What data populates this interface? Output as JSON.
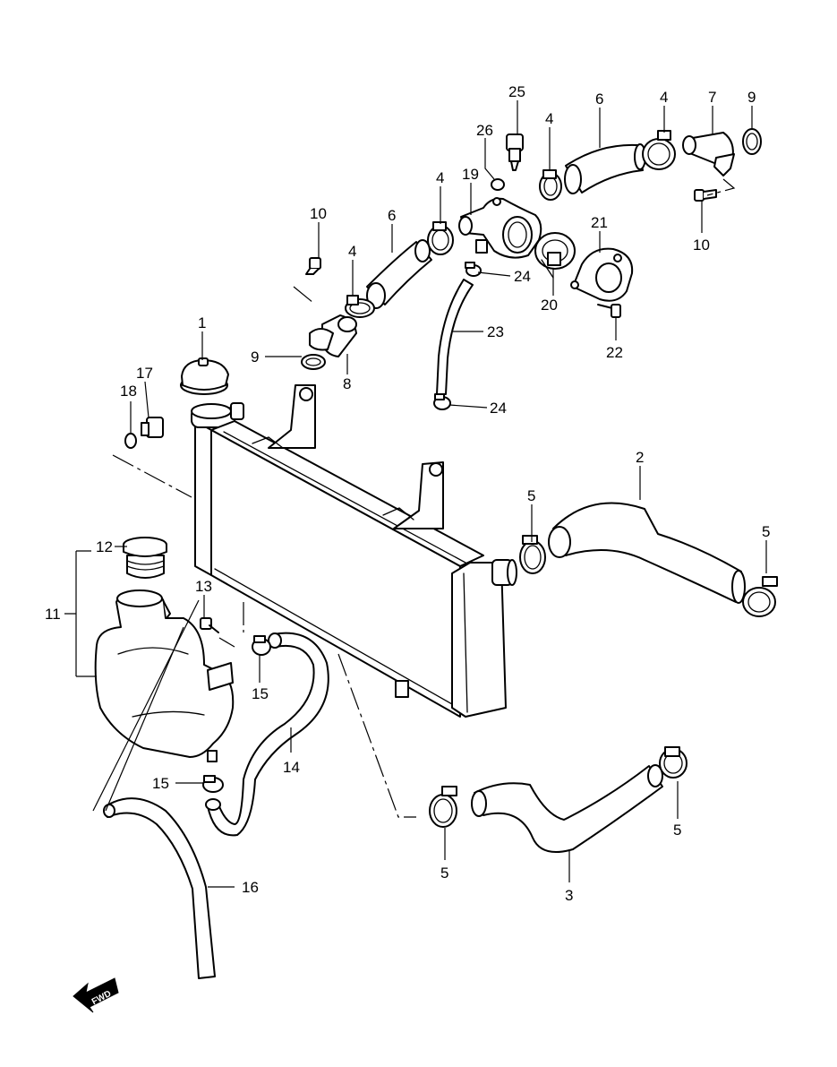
{
  "fwd_label": "FWD",
  "callouts": [
    {
      "id": "c1",
      "text": "1"
    },
    {
      "id": "c2",
      "text": "2"
    },
    {
      "id": "c3",
      "text": "3"
    },
    {
      "id": "c4a",
      "text": "4"
    },
    {
      "id": "c4b",
      "text": "4"
    },
    {
      "id": "c4c",
      "text": "4"
    },
    {
      "id": "c4d",
      "text": "4"
    },
    {
      "id": "c5a",
      "text": "5"
    },
    {
      "id": "c5b",
      "text": "5"
    },
    {
      "id": "c5c",
      "text": "5"
    },
    {
      "id": "c5d",
      "text": "5"
    },
    {
      "id": "c6a",
      "text": "6"
    },
    {
      "id": "c6b",
      "text": "6"
    },
    {
      "id": "c7",
      "text": "7"
    },
    {
      "id": "c8",
      "text": "8"
    },
    {
      "id": "c9a",
      "text": "9"
    },
    {
      "id": "c9b",
      "text": "9"
    },
    {
      "id": "c10a",
      "text": "10"
    },
    {
      "id": "c10b",
      "text": "10"
    },
    {
      "id": "c11",
      "text": "11"
    },
    {
      "id": "c12",
      "text": "12"
    },
    {
      "id": "c13",
      "text": "13"
    },
    {
      "id": "c14",
      "text": "14"
    },
    {
      "id": "c15a",
      "text": "15"
    },
    {
      "id": "c15b",
      "text": "15"
    },
    {
      "id": "c16",
      "text": "16"
    },
    {
      "id": "c17",
      "text": "17"
    },
    {
      "id": "c18",
      "text": "18"
    },
    {
      "id": "c19",
      "text": "19"
    },
    {
      "id": "c20",
      "text": "20"
    },
    {
      "id": "c21",
      "text": "21"
    },
    {
      "id": "c22",
      "text": "22"
    },
    {
      "id": "c23",
      "text": "23"
    },
    {
      "id": "c24a",
      "text": "24"
    },
    {
      "id": "c24b",
      "text": "24"
    },
    {
      "id": "c25",
      "text": "25"
    },
    {
      "id": "c26",
      "text": "26"
    }
  ]
}
